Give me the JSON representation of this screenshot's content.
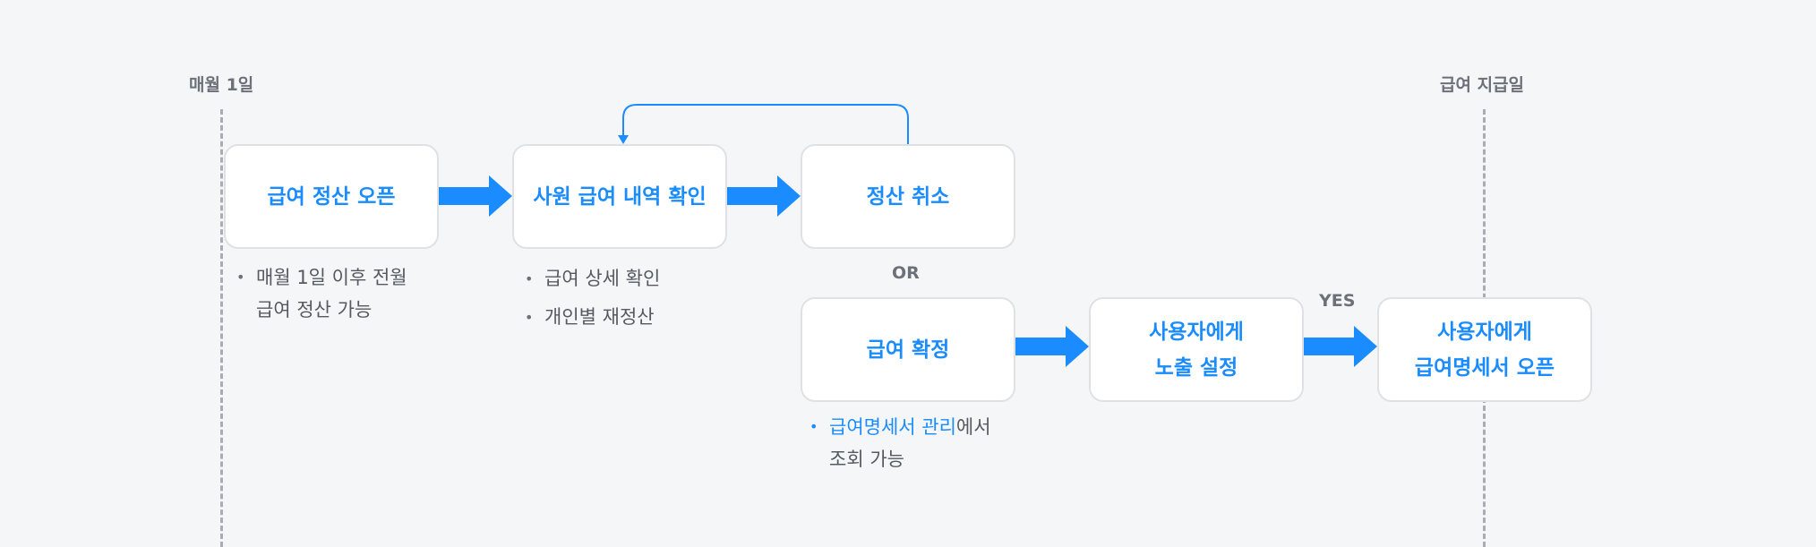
{
  "timeline": {
    "start_label": "매월 1일",
    "end_label": "급여 지급일"
  },
  "steps": {
    "open": "급여 정산 오픈",
    "review": "사원 급여 내역 확인",
    "cancel": "정산 취소",
    "confirm": "급여 확정",
    "expose_line1": "사용자에게",
    "expose_line2": "노출 설정",
    "payslip_line1": "사용자에게",
    "payslip_line2": "급여명세서 오픈"
  },
  "connectors": {
    "or": "OR",
    "yes": "YES"
  },
  "notes": {
    "open_line1": "매월 1일 이후 전월",
    "open_line2": "급여 정산 가능",
    "review_item1": "급여 상세 확인",
    "review_item2": "개인별 재정산",
    "confirm_link": "급여명세서 관리",
    "confirm_suffix": "에서",
    "confirm_line2": "조회 가능"
  },
  "colors": {
    "accent": "#1a8cff",
    "box_border": "#dfe1e5",
    "dashed_line": "#a9adb3",
    "background": "#f5f6f8"
  }
}
